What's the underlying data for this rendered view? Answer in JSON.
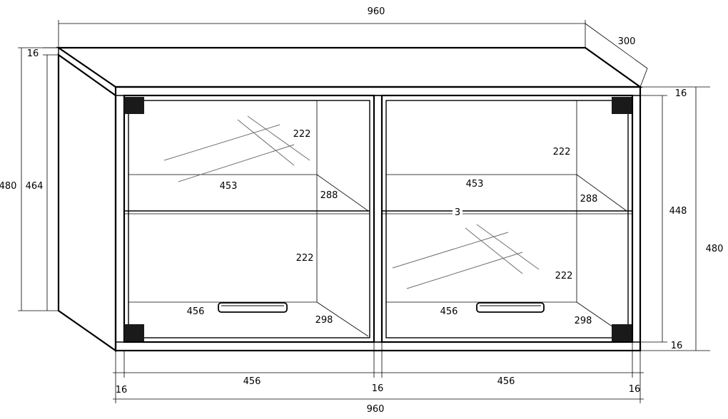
{
  "dimensions": {
    "top_width": "960",
    "top_depth": "300",
    "top_thickness_left": "16",
    "left_total_height": "480",
    "left_side_height": "464",
    "right_top_thickness": "16",
    "right_inner_height": "448",
    "right_total_height": "480",
    "right_bottom_thickness": "16",
    "bottom_left_side": "16",
    "bottom_left_door": "456",
    "bottom_middle_gap": "16",
    "bottom_right_door": "456",
    "bottom_right_side": "16",
    "bottom_total_width": "960"
  },
  "left_compartment": {
    "upper_height": "222",
    "shelf_width": "453",
    "shelf_depth": "288",
    "lower_height": "222",
    "bottom_width": "456",
    "bottom_depth": "298"
  },
  "right_compartment": {
    "upper_height": "222",
    "shelf_width": "453",
    "shelf_depth": "288",
    "shelf_thickness": "3",
    "lower_height": "222",
    "bottom_width": "456",
    "bottom_depth": "298"
  }
}
